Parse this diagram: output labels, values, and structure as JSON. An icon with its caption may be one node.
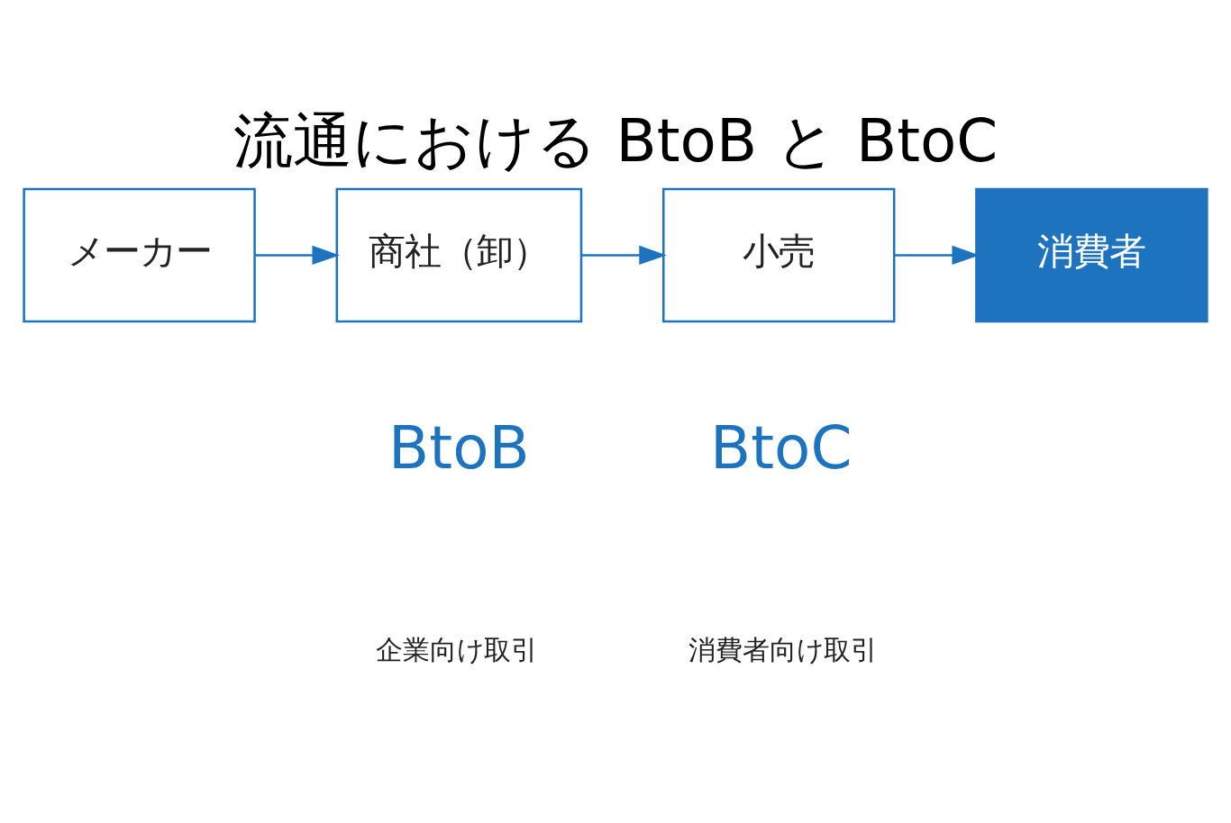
{
  "diagram": {
    "title": "流通における BtoB と BtoC",
    "nodes": [
      {
        "text": [
          "メーカー"
        ]
      },
      {
        "text": [
          "商社（卸）"
        ]
      },
      {
        "text": [
          "小売"
        ]
      },
      {
        "text": [
          "消費者"
        ]
      }
    ],
    "edges": [
      {
        "from": 0,
        "to": 1,
        "arrow": "to"
      },
      {
        "from": 1,
        "to": 2,
        "arrow": "to"
      },
      {
        "from": 2,
        "to": 3,
        "arrow": "to"
      }
    ],
    "labels": [
      "BtoB",
      "BtoC",
      "企業向け取引",
      "消費者向け取引"
    ]
  }
}
